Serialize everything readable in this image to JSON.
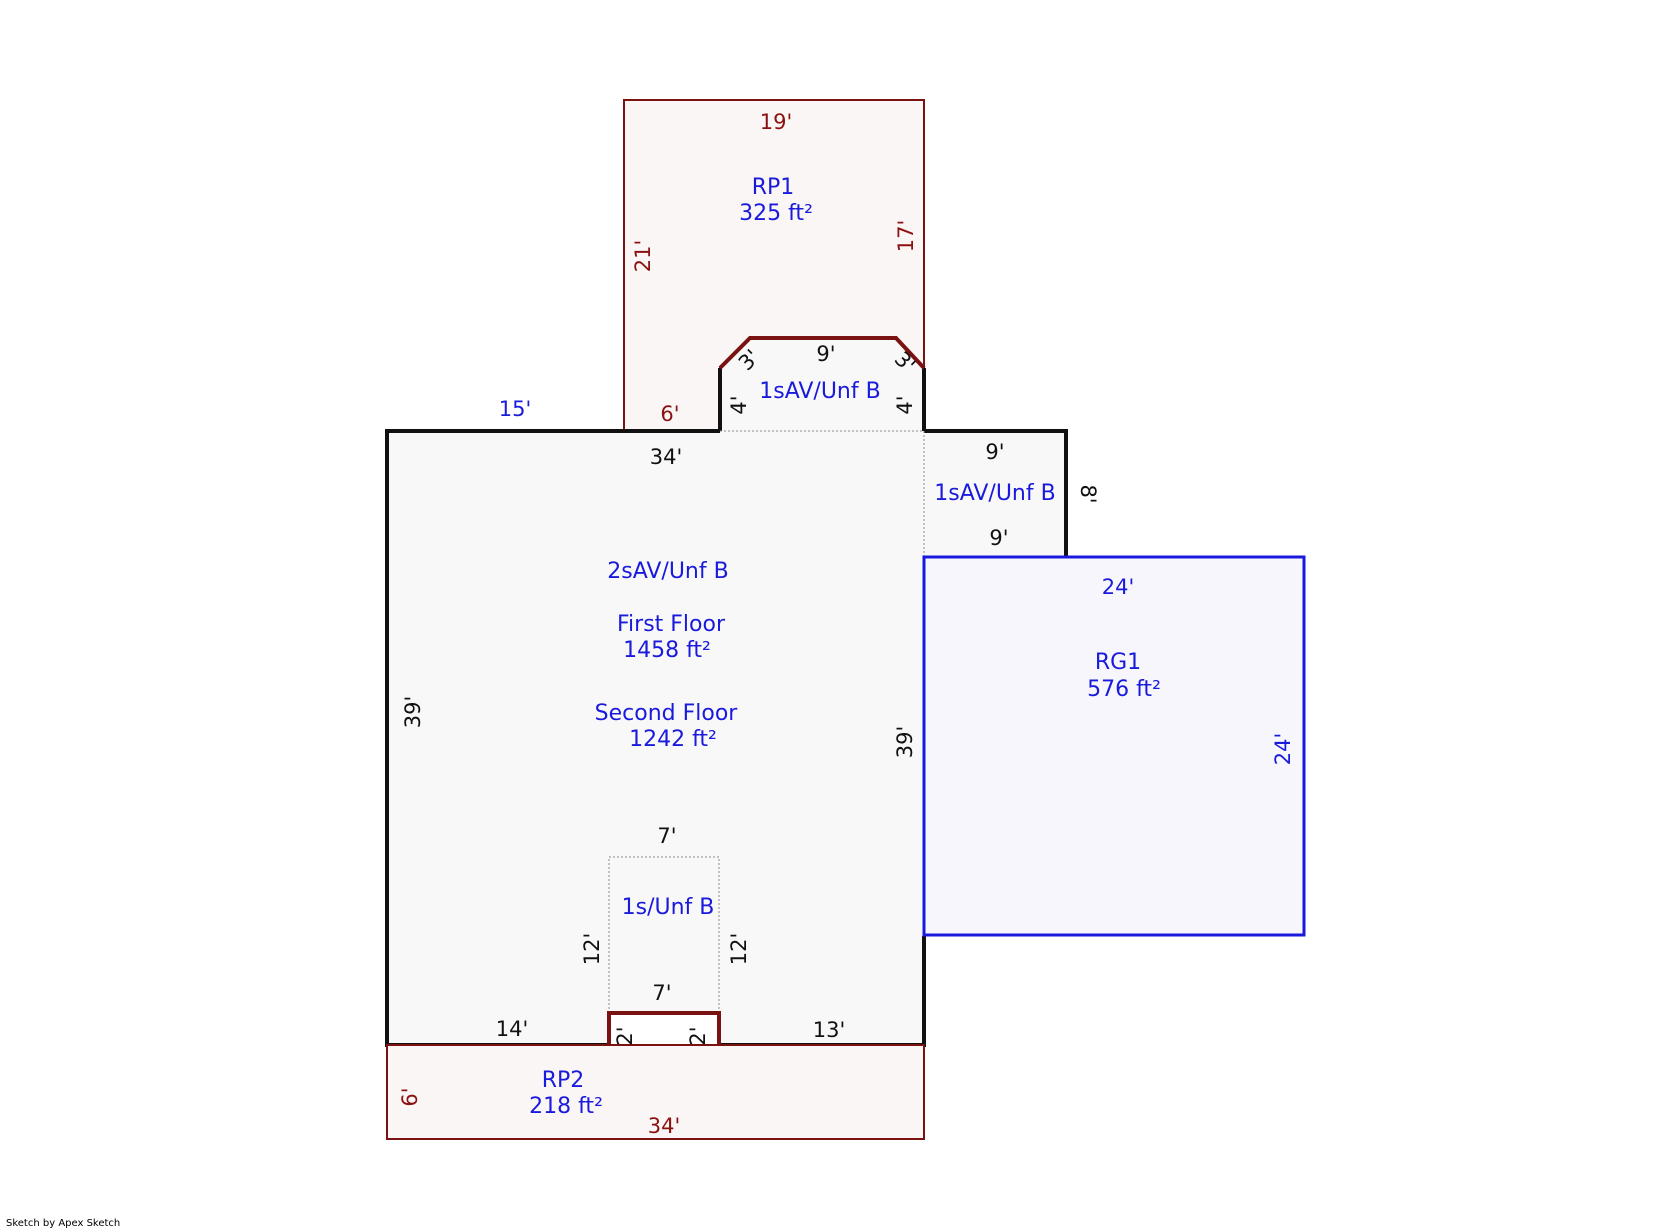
{
  "colors": {
    "house_line": "#111111",
    "porch_line": "#7a1212",
    "garage_line": "#1a1adc",
    "label_text": "#1a1adc",
    "porch_dim_text": "#8b1010",
    "fill_gray": "#f8f8f8",
    "fill_pink": "#fbf6f6",
    "fill_blue": "#f6f6fc"
  },
  "areas": {
    "rp1": {
      "name": "RP1",
      "area": "325 ft²"
    },
    "bay_top": {
      "name": "1sAV/Unf B"
    },
    "bay_right": {
      "name": "1sAV/Unf B"
    },
    "main": {
      "name": "2sAV/Unf B",
      "first_floor_label": "First Floor",
      "first_floor_area": "1458 ft²",
      "second_floor_label": "Second Floor",
      "second_floor_area": "1242 ft²"
    },
    "rg1": {
      "name": "RG1",
      "area": "576 ft²"
    },
    "one_story": {
      "name": "1s/Unf B"
    },
    "rp2": {
      "name": "RP2",
      "area": "218 ft²"
    }
  },
  "dimensions": {
    "rp1_top": "19'",
    "rp1_left": "21'",
    "rp1_right": "17'",
    "rp1_bottom": "6'",
    "bay_top": "9'",
    "bay_diag_left": "3'",
    "bay_diag_right": "3'",
    "bay_left": "4'",
    "bay_right": "4'",
    "main_top_left": "15'",
    "main_top": "34'",
    "main_left": "39'",
    "main_right": "39'",
    "main_bottom_left": "14'",
    "main_bottom_right": "13'",
    "bay_right_top": "9'",
    "bay_right_side": "8'",
    "bay_right_bottom": "9'",
    "rg1_top": "24'",
    "rg1_right": "24'",
    "one_story_top": "7'",
    "one_story_left": "12'",
    "one_story_right": "12'",
    "one_story_bottom": "7'",
    "notch_left": "2'",
    "notch_right": "2'",
    "rp2_left": "6'",
    "rp2_bottom": "34'"
  },
  "credit": "Sketch by Apex Sketch"
}
